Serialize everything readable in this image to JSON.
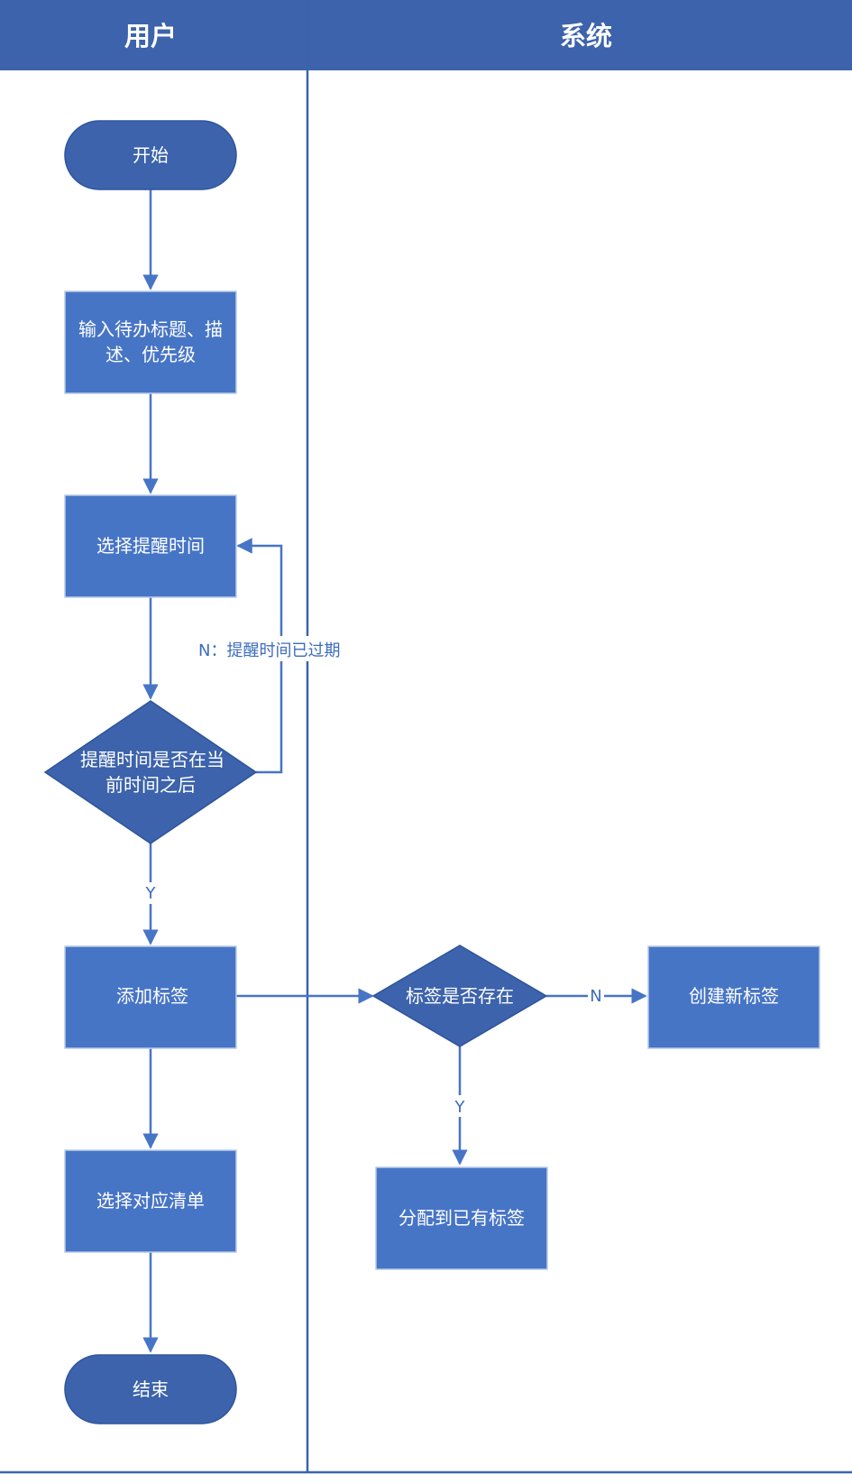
{
  "lanes": {
    "user": "用户",
    "system": "系统"
  },
  "nodes": {
    "start": "开始",
    "input_line1": "输入待办标题、描",
    "input_line2": "述、优先级",
    "select_reminder": "选择提醒时间",
    "decision_time_line1": "提醒时间是否在当",
    "decision_time_line2": "前时间之后",
    "add_tag": "添加标签",
    "decision_tag": "标签是否存在",
    "create_tag": "创建新标签",
    "assign_tag": "分配到已有标签",
    "select_list": "选择对应清单",
    "end": "结束"
  },
  "edge_labels": {
    "time_no": "N：提醒时间已过期",
    "time_yes": "Y",
    "tag_no": "N",
    "tag_yes": "Y"
  },
  "colors": {
    "header": "#3c63ab",
    "terminal": "#3c63ab",
    "process": "#4775c6",
    "edge": "#4775c6",
    "label": "#3d6cbe"
  }
}
